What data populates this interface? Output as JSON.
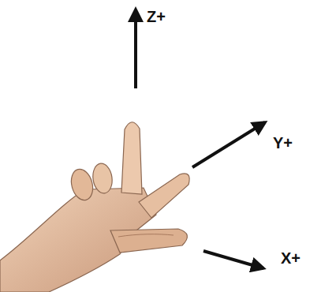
{
  "diagram": {
    "labels": [
      "Z+",
      "Y+",
      "X+"
    ]
  }
}
